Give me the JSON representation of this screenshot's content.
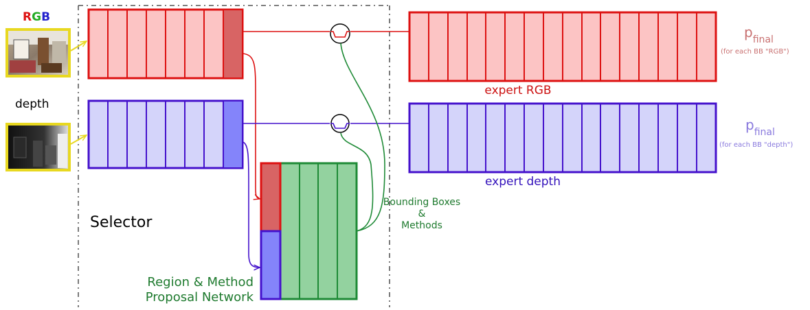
{
  "colors": {
    "rgb_red": "#dd1111",
    "rgb_fill": "#fcc4c4",
    "rgb_dark": "#d86464",
    "depth_blue": "#4411cc",
    "depth_fill": "#d4d4fa",
    "depth_dark": "#8484fa",
    "green": "#1e8a36",
    "green_fill": "#93d29f",
    "photo_border": "#e8d820"
  },
  "labels": {
    "rgb_R": "R",
    "rgb_G": "G",
    "rgb_B": "B",
    "depth": "depth",
    "selector": "Selector",
    "rmpn_line1": "Region & Method",
    "rmpn_line2": "Proposal Network",
    "bb_line1": "Bounding Boxes",
    "bb_line2": "&",
    "bb_line3": "Methods",
    "expert_rgb": "expert RGB",
    "expert_depth": "expert depth",
    "p": "p",
    "final": "final",
    "note_rgb": "(for each BB \"RGB\")",
    "note_depth": "(for each BB \"depth\")"
  }
}
